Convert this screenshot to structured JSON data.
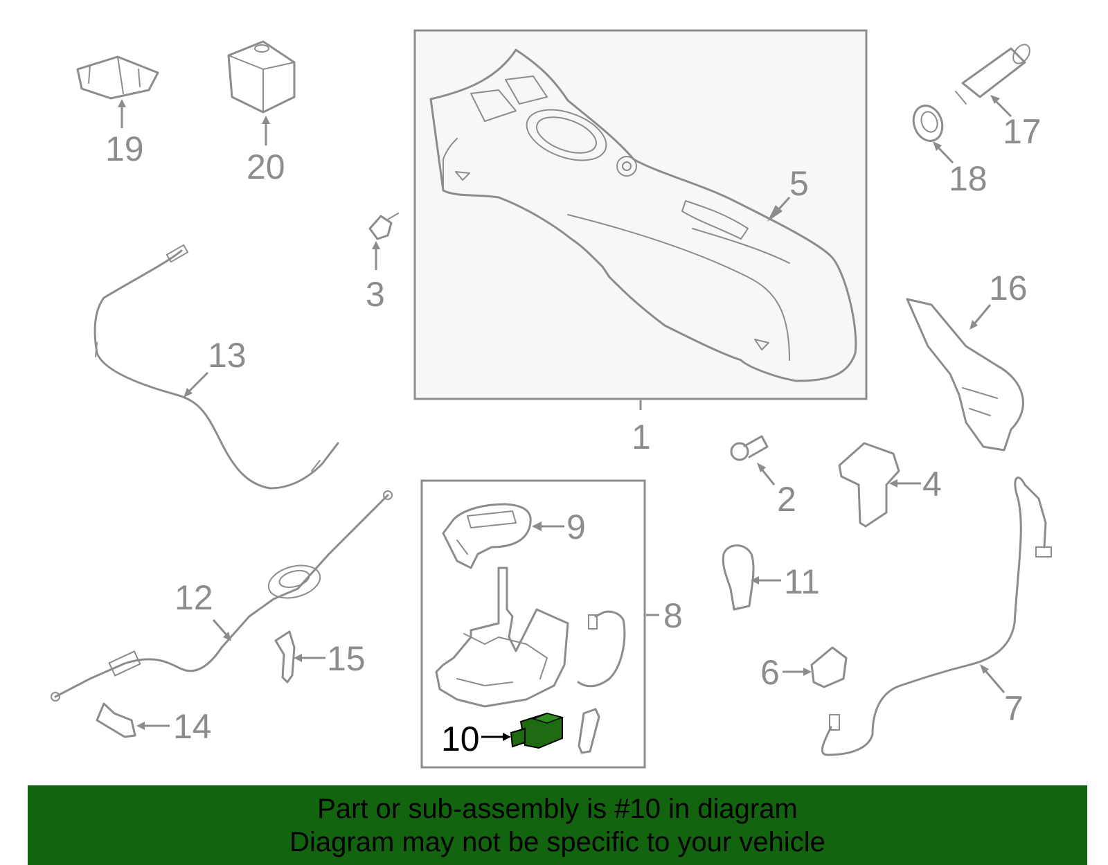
{
  "colors": {
    "line": "#8c8c8c",
    "highlight_part": "#1e6b12",
    "banner_bg": "#12640f",
    "panel_bg": "#f7f7f7"
  },
  "callouts": {
    "c1": "1",
    "c2": "2",
    "c3": "3",
    "c4": "4",
    "c5": "5",
    "c6": "6",
    "c7": "7",
    "c8": "8",
    "c9": "9",
    "c10": "10",
    "c11": "11",
    "c12": "12",
    "c13": "13",
    "c14": "14",
    "c15": "15",
    "c16": "16",
    "c17": "17",
    "c18": "18",
    "c19": "19",
    "c20": "20"
  },
  "highlighted_callout": "10",
  "banner": {
    "line1": "Part or sub-assembly is #10 in diagram",
    "line2": "Diagram may not be specific to your vehicle"
  }
}
